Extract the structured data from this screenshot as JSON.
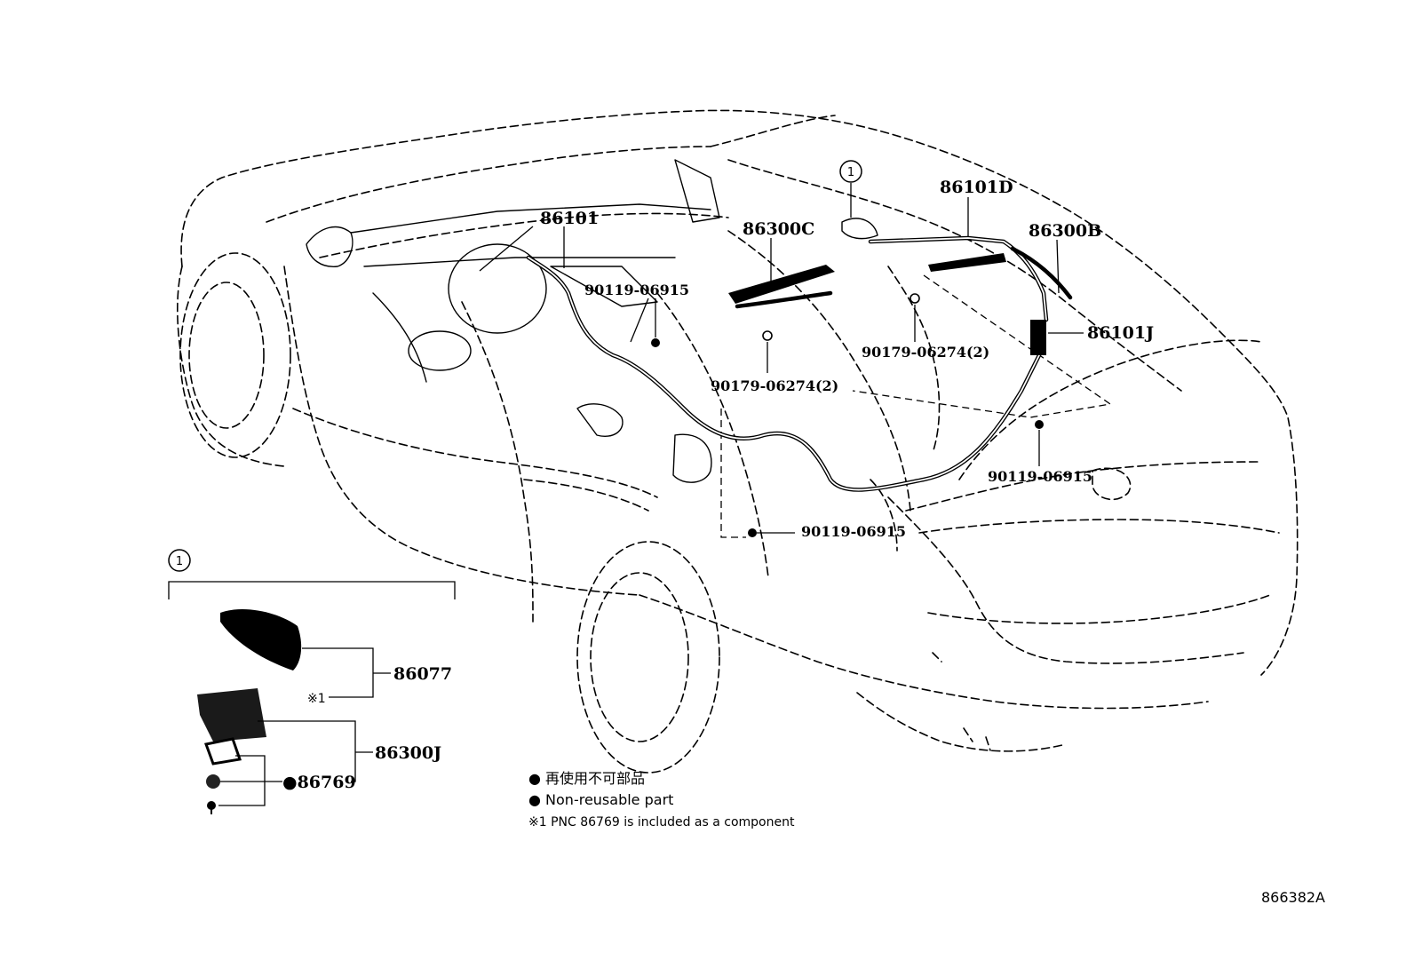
{
  "labels": {
    "l86101": "86101",
    "l86101D": "86101D",
    "l86300C": "86300C",
    "l86300B": "86300B",
    "l86101J": "86101J",
    "l90119_a": "90119-06915",
    "l90179_a": "90179-06274(2)",
    "l90179_b": "90179-06274(2)",
    "l90119_b": "90119-06915",
    "l90119_c": "90119-06915",
    "l86077": "86077",
    "l86300J": "86300J",
    "l86769": "●86769",
    "ref1": "※1",
    "circle_main": "1",
    "circle_inset": "1"
  },
  "legend": {
    "jp": "● 再使用不可部品",
    "en": "● Non-reusable part",
    "note": "※1 PNC 86769 is included as a component"
  },
  "diagram_id": "866382A"
}
